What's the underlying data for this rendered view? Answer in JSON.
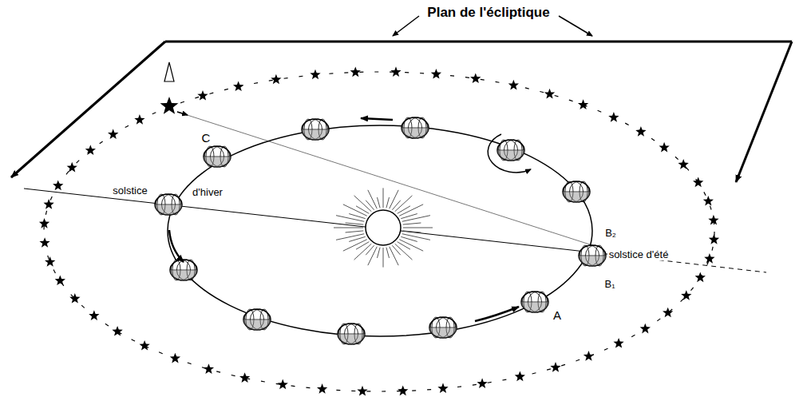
{
  "diagram": {
    "title": "Plan de l'écliptique",
    "labels": [
      "C",
      "solstice",
      "d'hiver",
      "B₂",
      "solstice d'été",
      "B₁",
      "A"
    ]
  }
}
